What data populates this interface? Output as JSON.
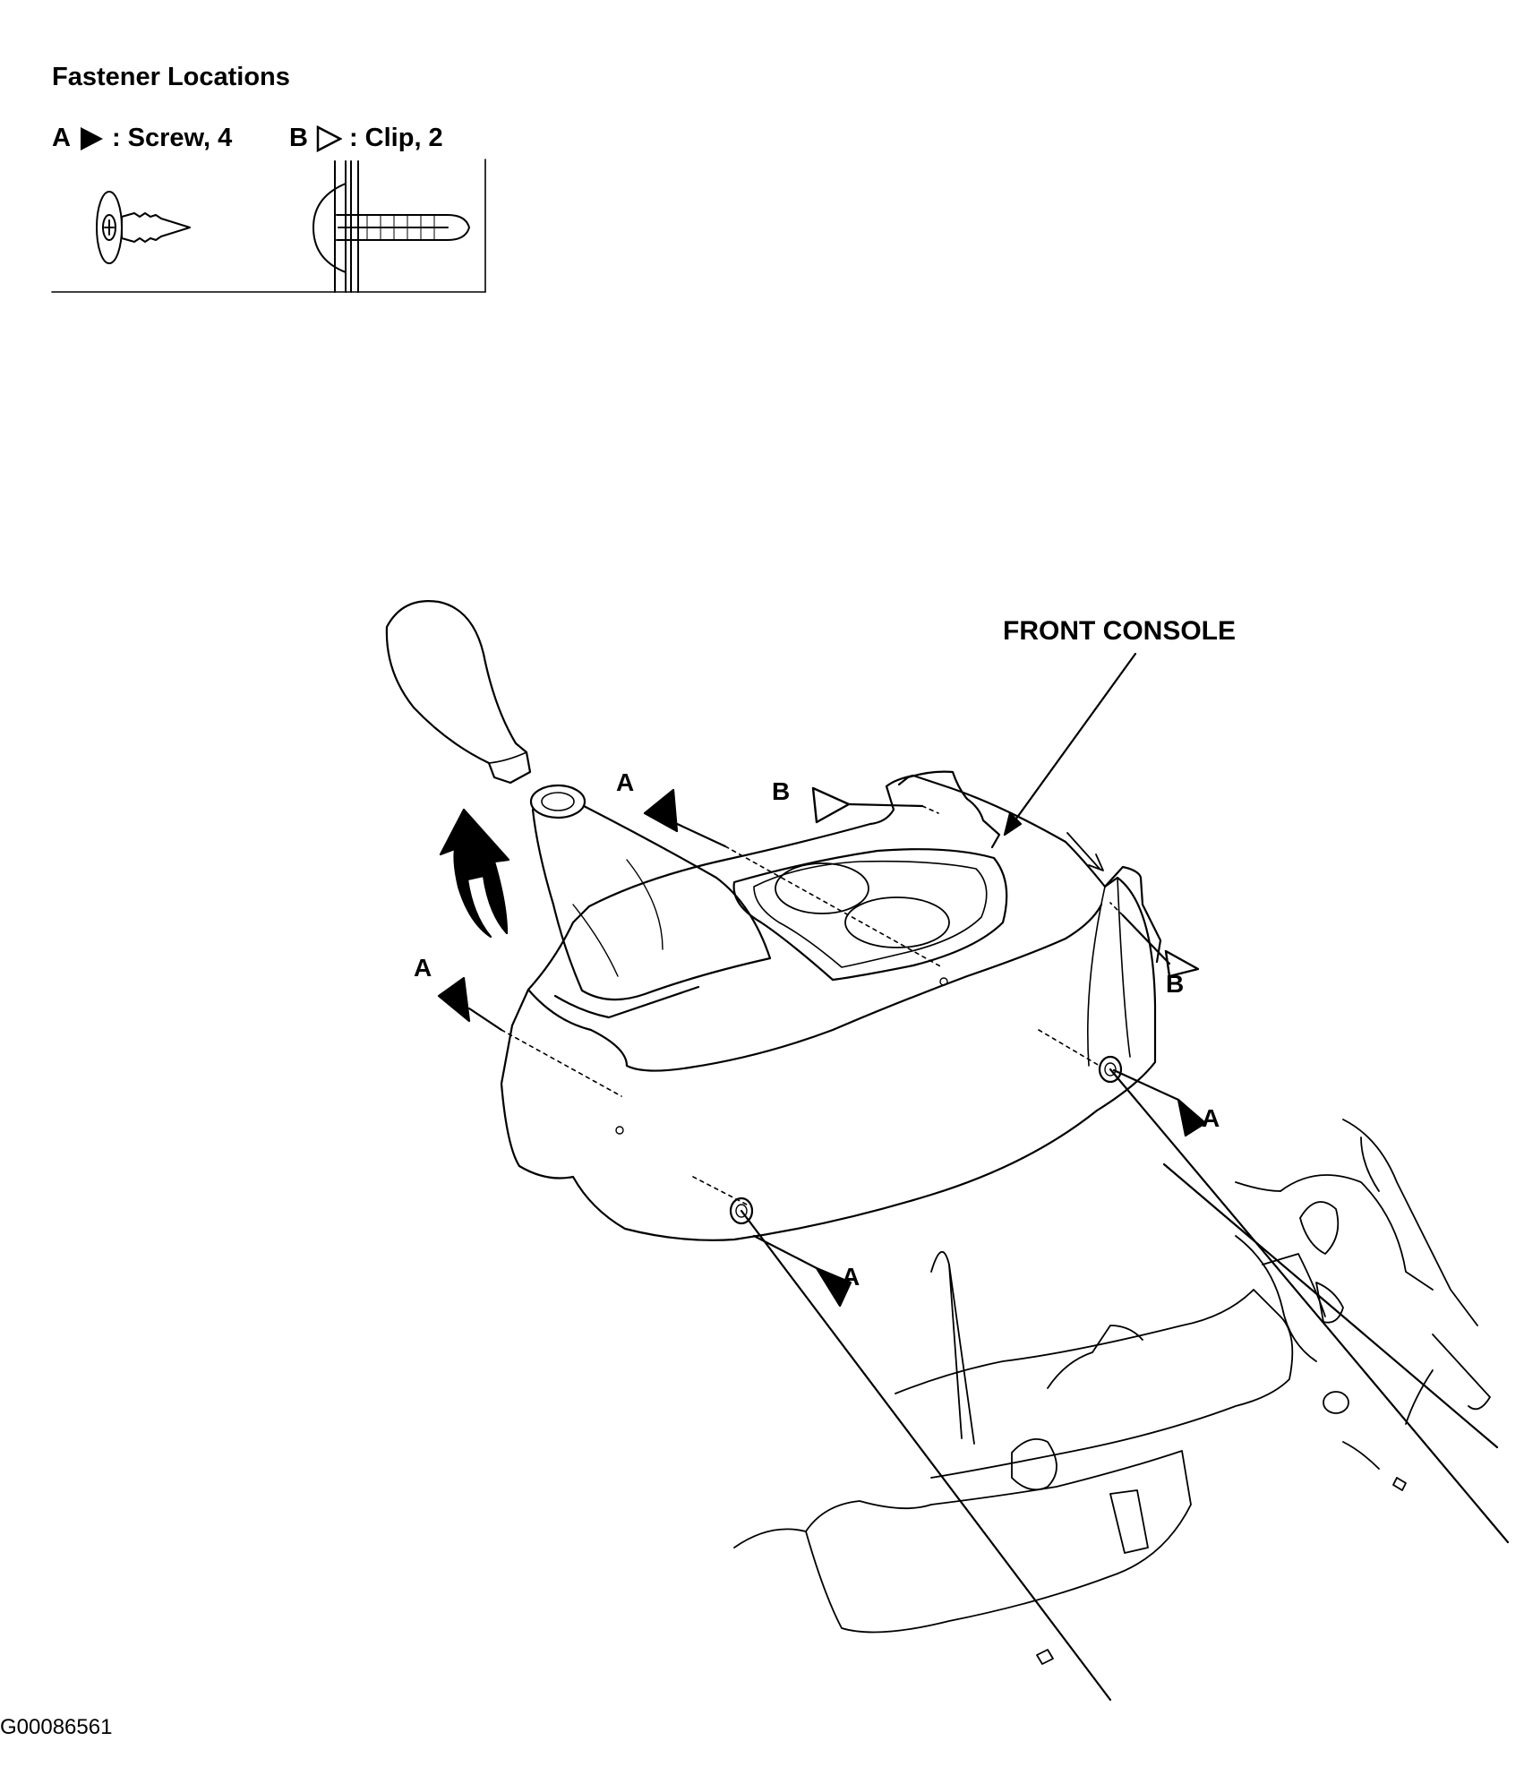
{
  "legend": {
    "title": "Fastener Locations",
    "screw": {
      "letter": "A",
      "desc": ": Screw, 4",
      "icon": "filled-triangle-icon"
    },
    "clip": {
      "letter": "B",
      "desc": ": Clip, 2",
      "icon": "outline-triangle-icon"
    }
  },
  "labels": {
    "front_console": "FRONT CONSOLE",
    "figure_id": "G00086561",
    "screw_letter": "A",
    "clip_letter": "B"
  },
  "colors": {
    "ink": "#000000",
    "paper": "#ffffff"
  }
}
